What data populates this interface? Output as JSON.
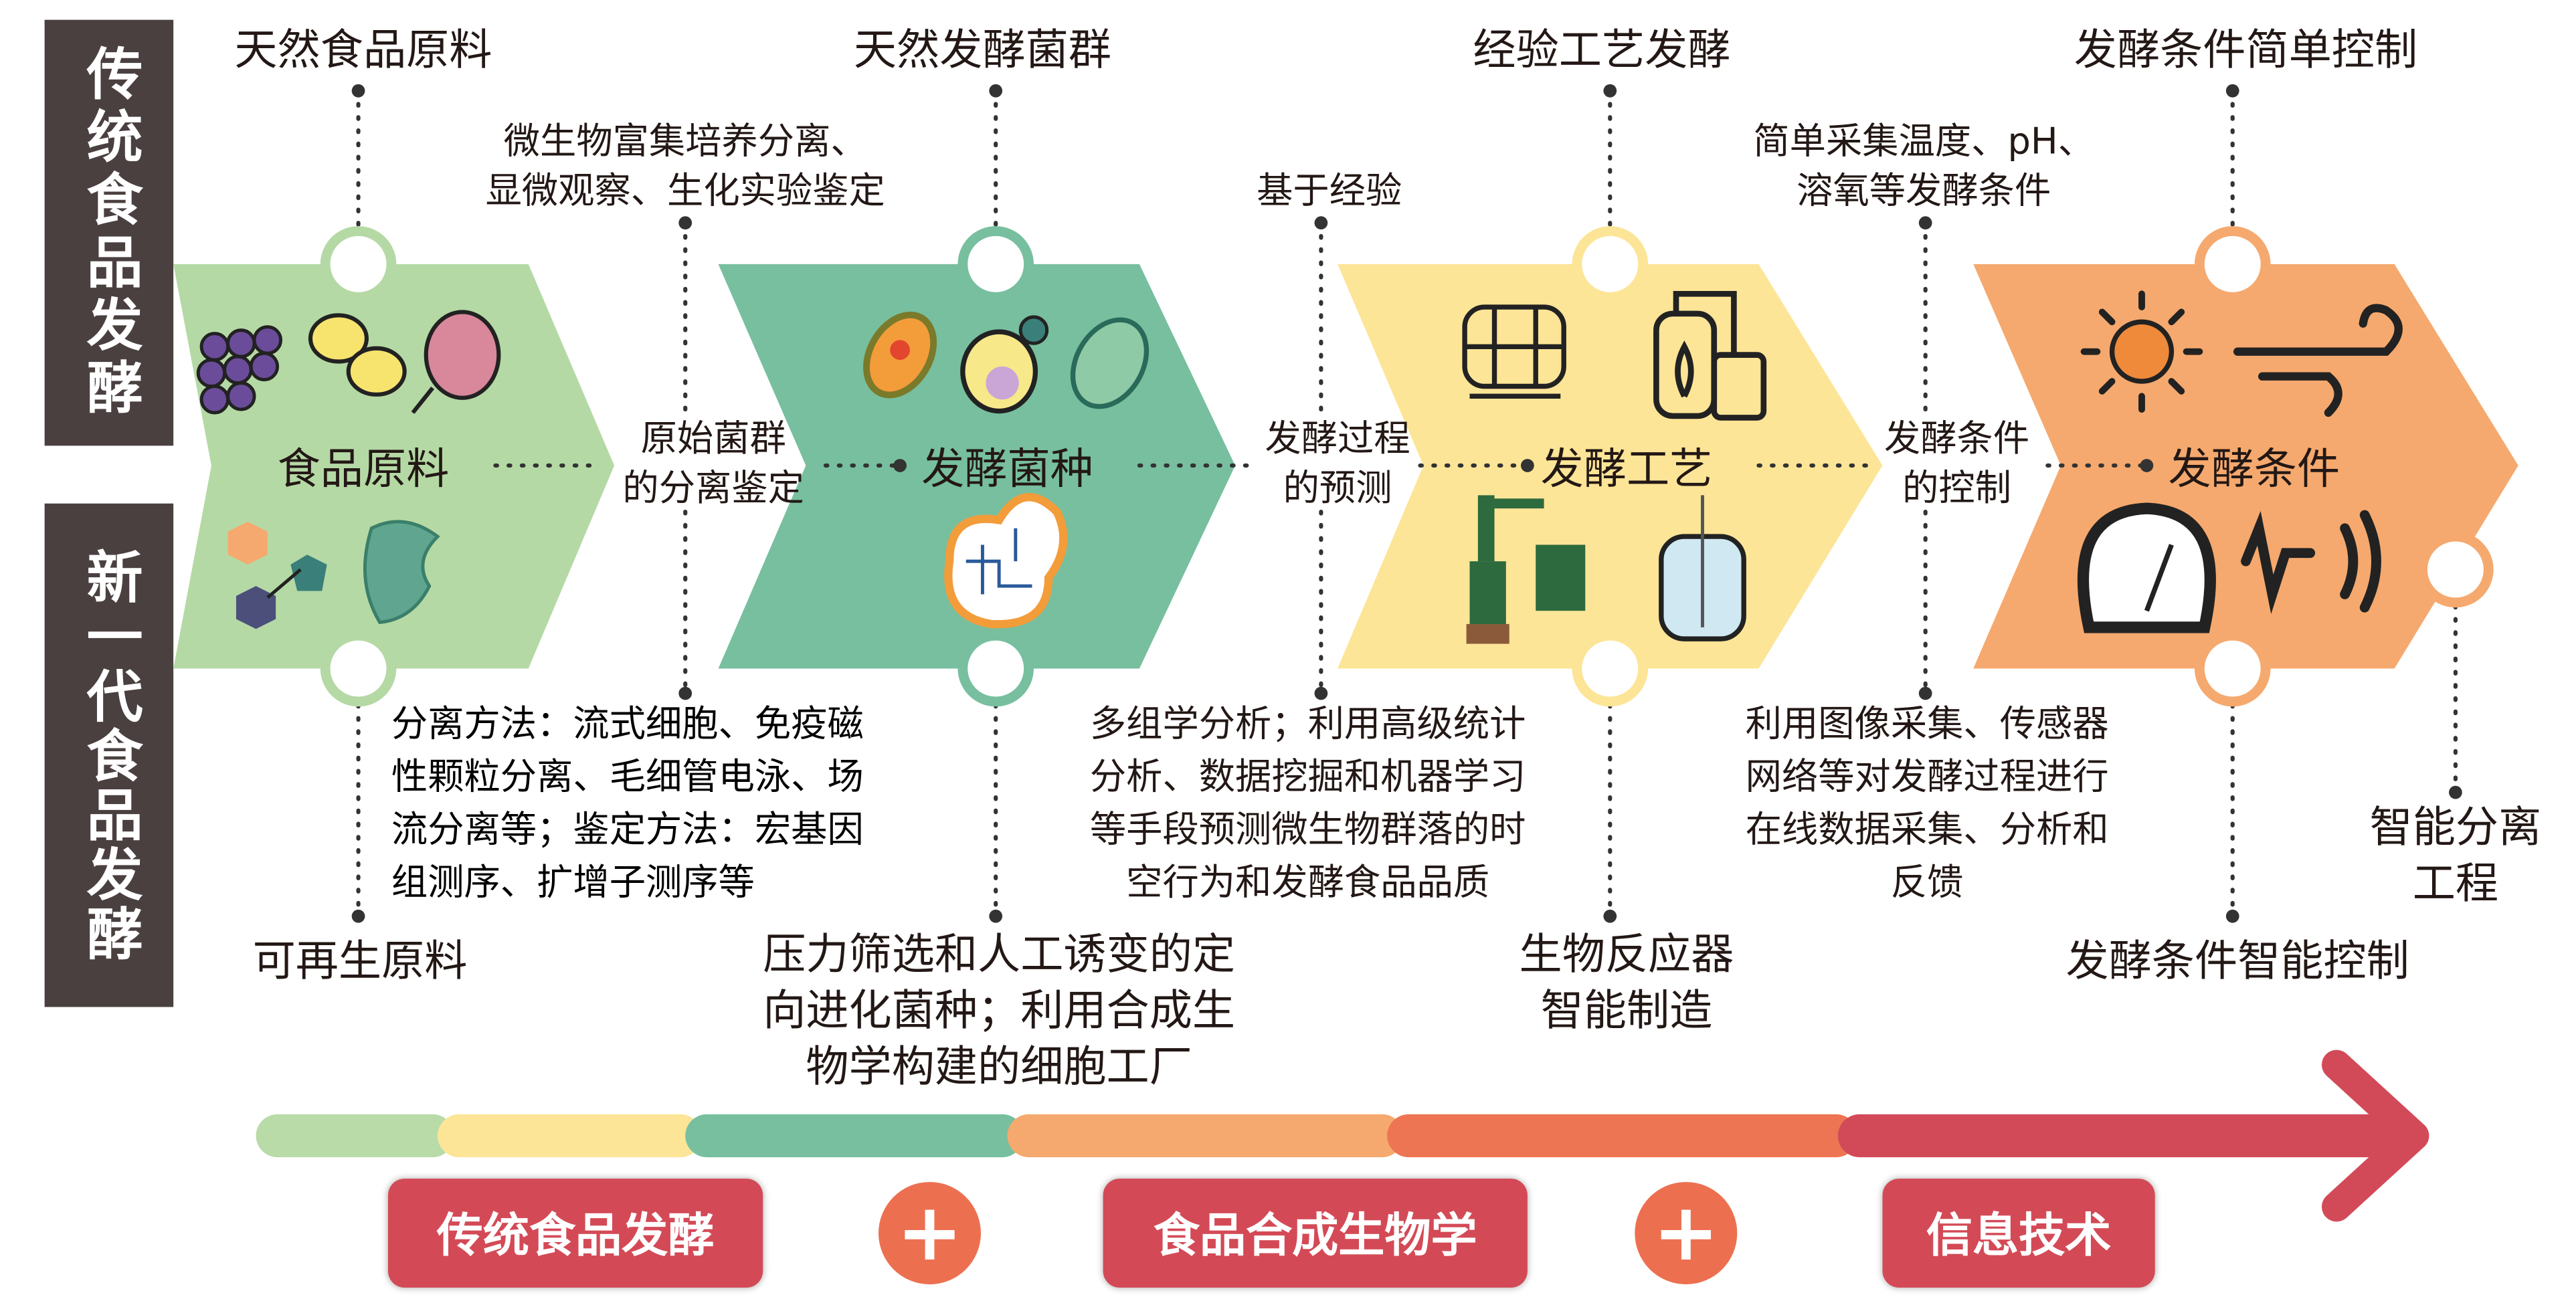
{
  "side_labels": {
    "traditional": "传统食品发酵",
    "new_generation": "新一代食品发酵"
  },
  "stages": [
    {
      "name": "食品原料",
      "traditional": "天然食品原料",
      "new": "可再生原料",
      "color": "#b5d9a5"
    },
    {
      "name": "发酵菌种",
      "traditional": "天然发酵菌群",
      "new": "压力筛选和人工诱变的定\n向进化菌种；利用合成生\n物学构建的细胞工厂",
      "color": "#77bf9f"
    },
    {
      "name": "发酵工艺",
      "traditional": "经验工艺发酵",
      "new": "生物反应器\n智能制造",
      "color": "#fde597"
    },
    {
      "name": "发酵条件",
      "traditional": "发酵条件简单控制",
      "new": "发酵条件智能控制",
      "color": "#f5a96e"
    }
  ],
  "links": [
    {
      "name": "原始菌群\n的分离鉴定",
      "traditional": "微生物富集培养分离、\n显微观察、生化实验鉴定",
      "new": "分离方法：流式细胞、免疫磁\n性颗粒分离、毛细管电泳、场\n流分离等；鉴定方法：宏基因\n组测序、扩增子测序等"
    },
    {
      "name": "发酵过程\n的预测",
      "traditional": "基于经验",
      "new": "多组学分析；利用高级统计\n分析、数据挖掘和机器学习\n等手段预测微生物群落的时\n空行为和发酵食品品质"
    },
    {
      "name": "发酵条件\n的控制",
      "traditional": "简单采集温度、pH、\n溶氧等发酵条件",
      "new": "利用图像采集、传感器\n网络等对发酵过程进行\n在线数据采集、分析和\n反馈"
    }
  ],
  "extra": {
    "smart_separation": "智能分离\n工程"
  },
  "bottom": {
    "items": [
      "传统食品发酵",
      "食品合成生物学",
      "信息技术"
    ],
    "plus": "+"
  },
  "colors": {
    "dark_label": "#4a4040",
    "button": "#d34a56",
    "plus": "#ec7050"
  },
  "icons": [
    "grapes-icon",
    "beans-icon",
    "ham-icon",
    "molecule-icon",
    "apple-core-icon",
    "bacterium-icon",
    "yeast-cell-icon",
    "paramecium-icon",
    "engineered-cell-icon",
    "barrel-icon",
    "fermenter-tank-icon",
    "distillation-icon",
    "bioreactor-icon",
    "sun-icon",
    "wind-icon",
    "gauge-icon",
    "sensor-signal-icon"
  ]
}
